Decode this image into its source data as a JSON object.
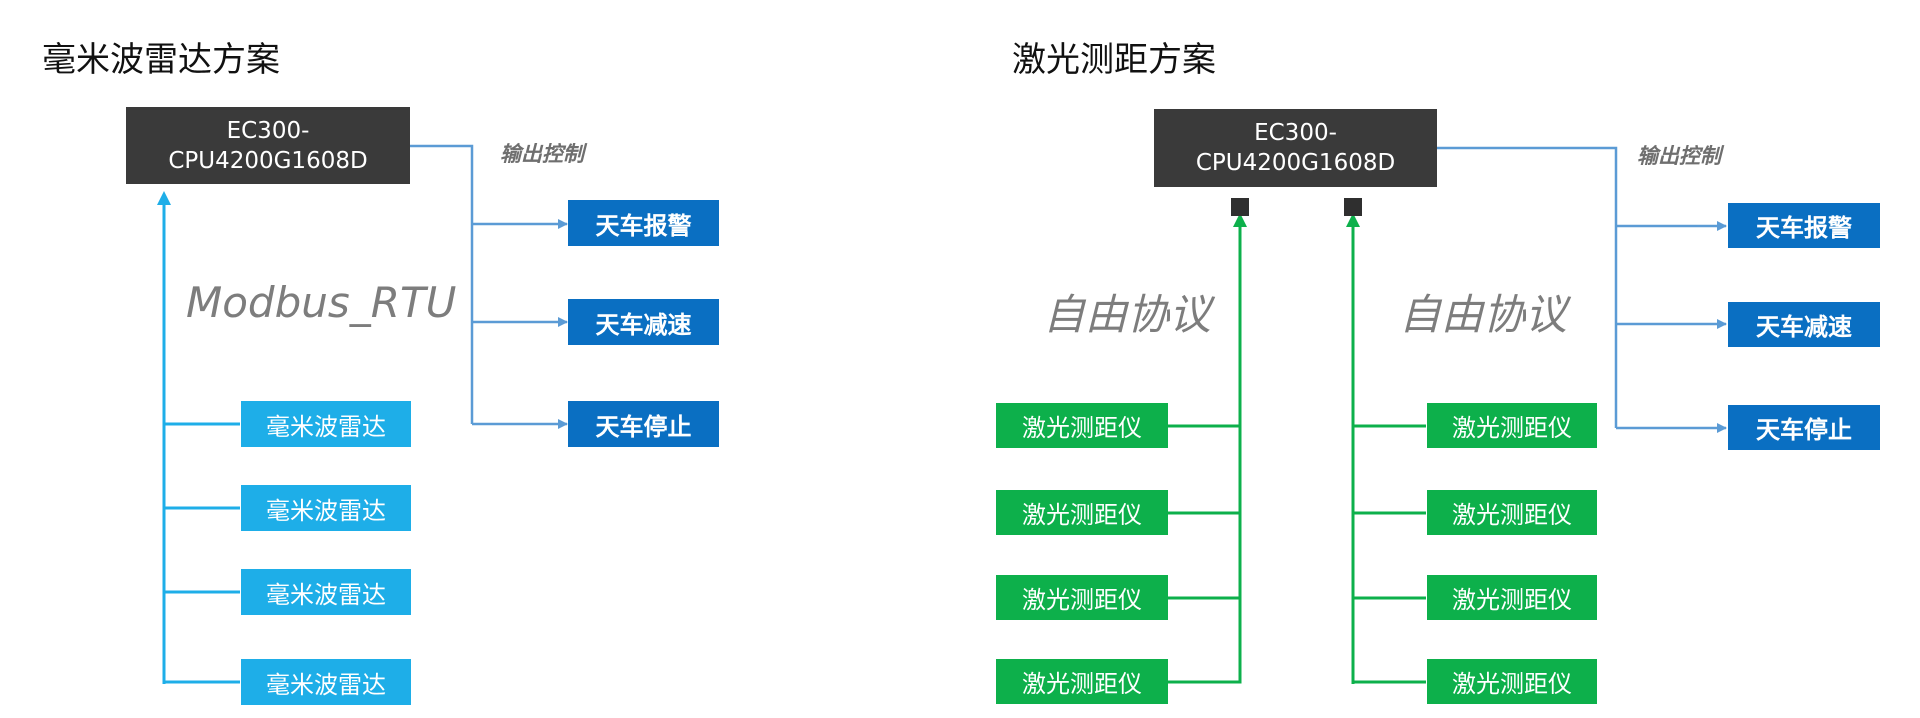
{
  "colors": {
    "controller": "#3a3a3a",
    "output": "#0a6fc2",
    "radar": "#1eaee8",
    "laser": "#0db04b",
    "blue_line": "#5b9bd5",
    "cyan_line": "#1eaee8",
    "green_line": "#0db04b"
  },
  "left": {
    "title": "毫米波雷达方案",
    "controller": {
      "line1": "EC300-",
      "line2": "CPU4200G1608D"
    },
    "output_label": "输出控制",
    "outputs": [
      "天车报警",
      "天车减速",
      "天车停止"
    ],
    "protocol": "Modbus_RTU",
    "sensors": [
      "毫米波雷达",
      "毫米波雷达",
      "毫米波雷达",
      "毫米波雷达"
    ]
  },
  "right": {
    "title": "激光测距方案",
    "controller": {
      "line1": "EC300-",
      "line2": "CPU4200G1608D"
    },
    "output_label": "输出控制",
    "outputs": [
      "天车报警",
      "天车减速",
      "天车停止"
    ],
    "protocol_left": "自由协议",
    "protocol_right": "自由协议",
    "sensors_left": [
      "激光测距仪",
      "激光测距仪",
      "激光测距仪",
      "激光测距仪"
    ],
    "sensors_right": [
      "激光测距仪",
      "激光测距仪",
      "激光测距仪",
      "激光测距仪"
    ]
  }
}
